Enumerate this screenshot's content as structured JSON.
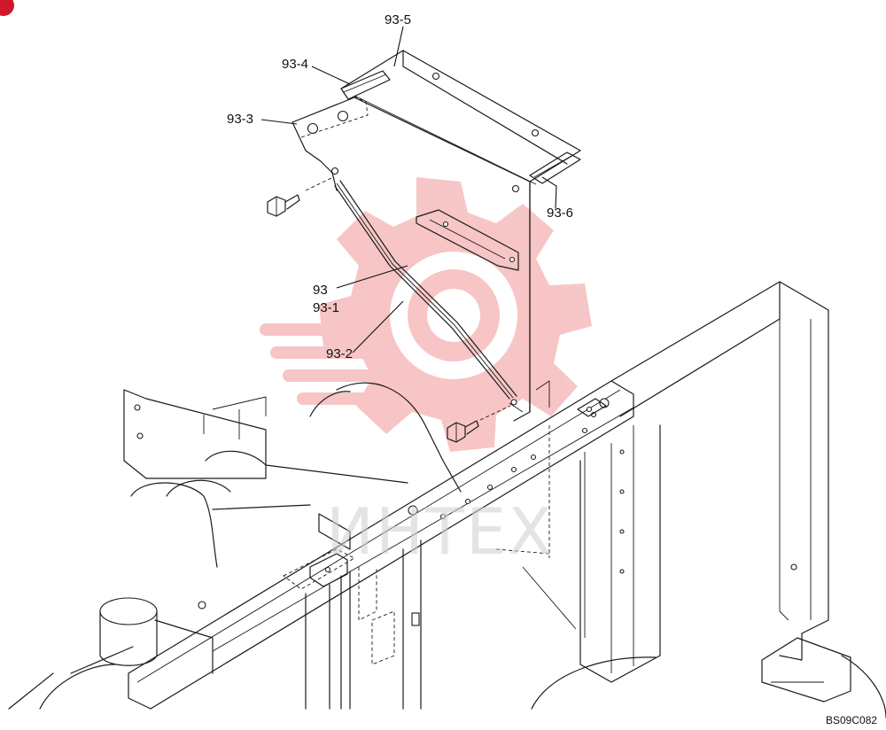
{
  "diagram": {
    "callouts": {
      "p93_5": "93-5",
      "p93_4": "93-4",
      "p93_3": "93-3",
      "p93_6": "93-6",
      "p93": "93",
      "p93_1": "93-1",
      "p93_2": "93-2"
    },
    "watermark_text": "ИНТЕХ",
    "drawing_code": "BS09C082",
    "colors": {
      "line": "#1a1a1a",
      "watermark": "#f3a9a9",
      "corner_badge": "#d0182c"
    },
    "icons": {
      "watermark_logo": "gear-wrench-logo",
      "corner": "red-circle-badge"
    }
  }
}
